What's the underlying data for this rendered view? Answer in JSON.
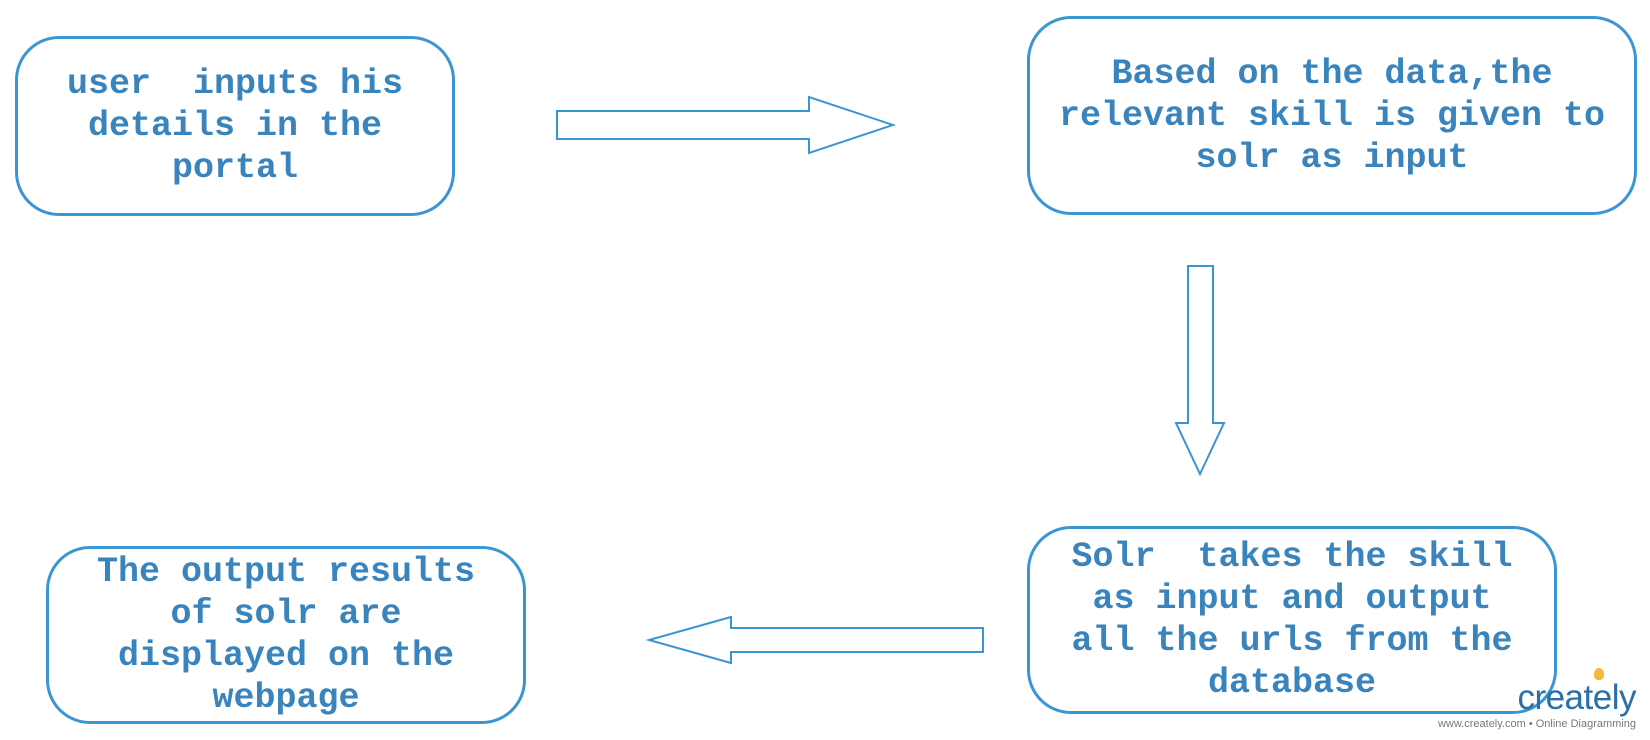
{
  "boxes": [
    {
      "text": "user  inputs his\ndetails in the\nportal"
    },
    {
      "text": "Based on the data,the\nrelevant skill is given to\nsolr as input"
    },
    {
      "text": "Solr  takes the skill\nas input and output\nall the urls from the\ndatabase"
    },
    {
      "text": "The output results\nof solr are\ndisplayed on the\nwebpage"
    }
  ],
  "watermark": {
    "logo": "creately",
    "tagline": "www.creately.com • Online Diagramming"
  },
  "colors": {
    "stroke": "#3a95d3",
    "text": "#3a84bd",
    "logo_accent": "#f0a030"
  }
}
